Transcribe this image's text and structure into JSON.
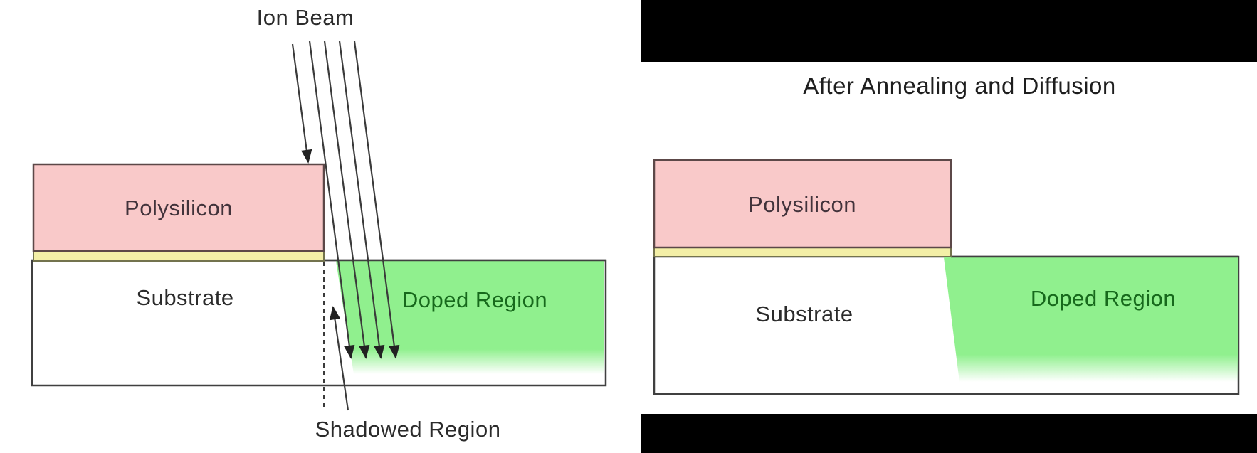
{
  "figure": {
    "left_panel": {
      "ion_beam_label": "Ion Beam",
      "polysilicon_label": "Polysilicon",
      "substrate_label": "Substrate",
      "doped_region_label": "Doped Region",
      "shadowed_region_label": "Shadowed Region",
      "beam_line_count": 5
    },
    "right_panel": {
      "title": "After Annealing and Diffusion",
      "polysilicon_label": "Polysilicon",
      "substrate_label": "Substrate",
      "doped_region_label": "Doped Region"
    },
    "colors": {
      "polysilicon_fill": "#f9c9c9",
      "polysilicon_outline": "#5c4848",
      "oxide_fill": "#f3efa7",
      "oxide_outline": "#73734d",
      "substrate_fill": "#ffffff",
      "substrate_outline": "#404040",
      "doped_fill": "#90f08e",
      "doped_text": "#17691c",
      "beam_stroke": "#3a3a3a",
      "mask_bar": "#000000",
      "text": "#2b2b2b"
    }
  }
}
